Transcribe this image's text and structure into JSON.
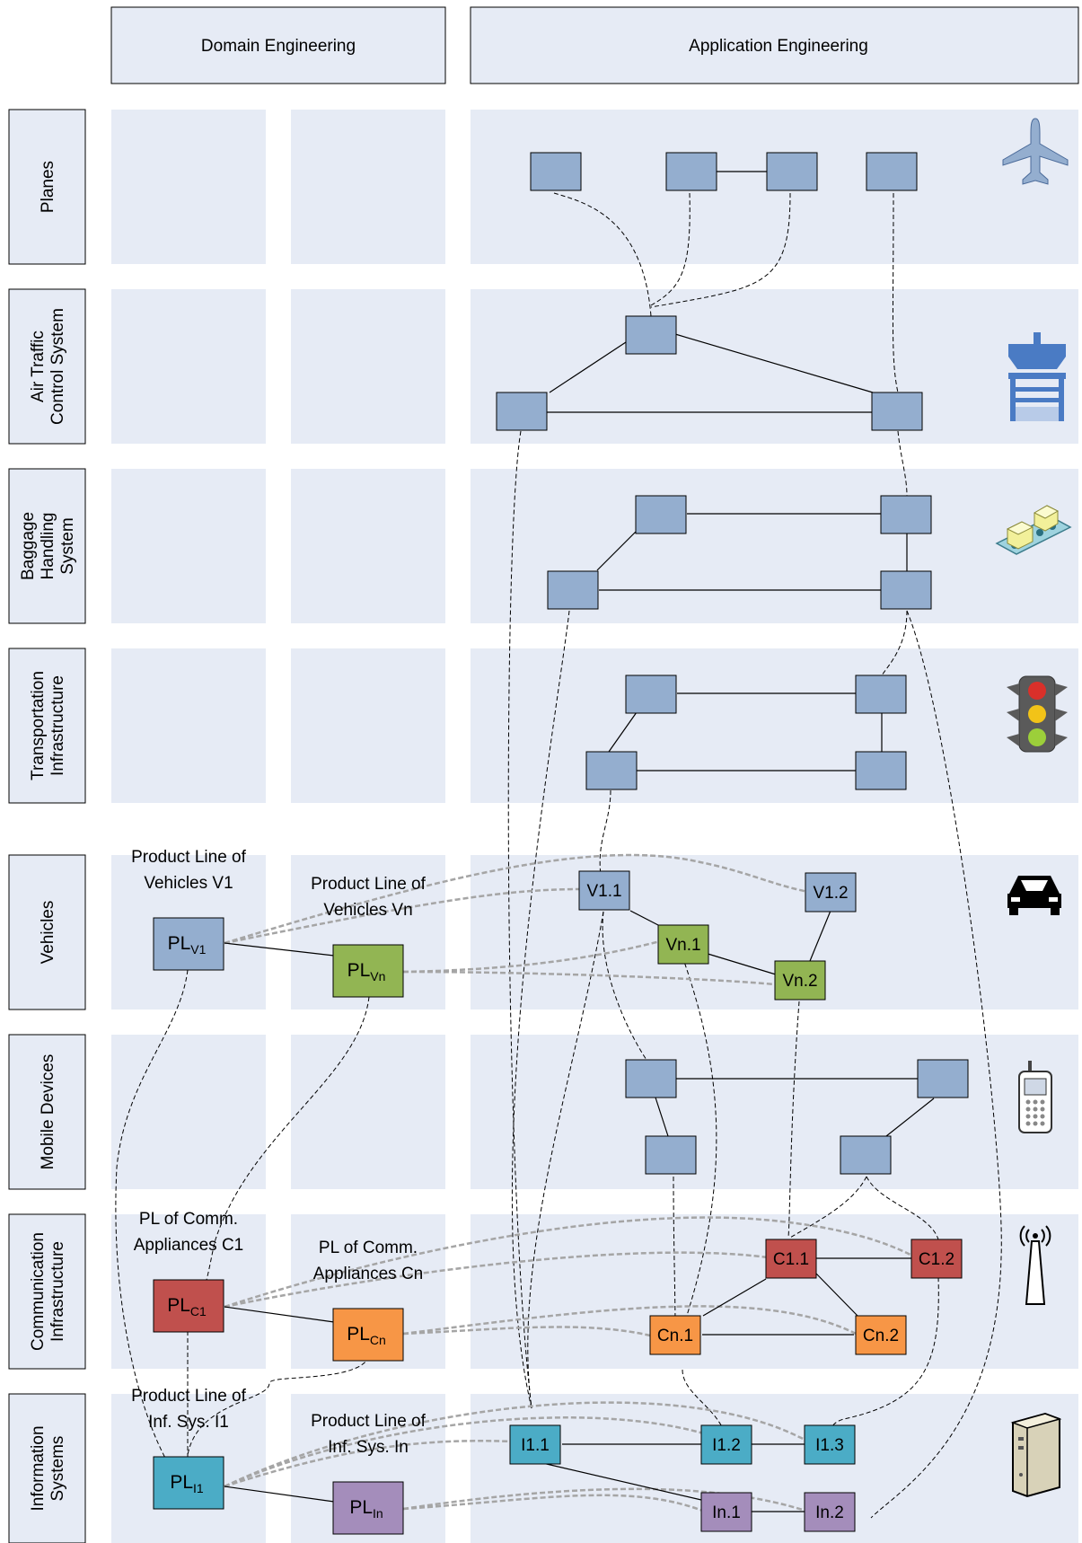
{
  "headers": {
    "domain": "Domain Engineering",
    "application": "Application Engineering"
  },
  "rows": [
    {
      "id": "planes",
      "label": [
        "Planes"
      ],
      "icon": "plane-icon"
    },
    {
      "id": "atc",
      "label": [
        "Air Traffic",
        "Control System"
      ],
      "icon": "control-tower-icon"
    },
    {
      "id": "baggage",
      "label": [
        "Baggage",
        "Handling",
        "System"
      ],
      "icon": "conveyor-icon"
    },
    {
      "id": "transport",
      "label": [
        "Transportation",
        "Infrastructure"
      ],
      "icon": "traffic-light-icon"
    },
    {
      "id": "vehicles",
      "label": [
        "Vehicles"
      ],
      "icon": "car-icon"
    },
    {
      "id": "mobile",
      "label": [
        "Mobile Devices"
      ],
      "icon": "mobile-phone-icon"
    },
    {
      "id": "comm",
      "label": [
        "Communication",
        "Infrastructure"
      ],
      "icon": "antenna-icon"
    },
    {
      "id": "info",
      "label": [
        "Information",
        "Systems"
      ],
      "icon": "server-icon"
    }
  ],
  "product_lines": {
    "v1": {
      "caption": [
        "Product Line of",
        "Vehicles V1"
      ],
      "base": "PL",
      "sub": "V1",
      "color": "#94aecf"
    },
    "vn": {
      "caption": [
        "Product Line of",
        "Vehicles Vn"
      ],
      "base": "PL",
      "sub": "Vn",
      "color": "#92b553"
    },
    "c1": {
      "caption": [
        "PL of Comm.",
        "Appliances C1"
      ],
      "base": "PL",
      "sub": "C1",
      "color": "#c0504d"
    },
    "cn": {
      "caption": [
        "PL of Comm.",
        "Appliances Cn"
      ],
      "base": "PL",
      "sub": "Cn",
      "color": "#f79646"
    },
    "i1": {
      "caption": [
        "Product Line of",
        "Inf. Sys. I1"
      ],
      "base": "PL",
      "sub": "I1",
      "color": "#4bacc6"
    },
    "in": {
      "caption": [
        "Product Line of",
        "Inf. Sys. In"
      ],
      "base": "PL",
      "sub": "In",
      "color": "#a48dbb"
    }
  },
  "nodes": {
    "V1.1": "V1.1",
    "V1.2": "V1.2",
    "Vn.1": "Vn.1",
    "Vn.2": "Vn.2",
    "C1.1": "C1.1",
    "C1.2": "C1.2",
    "Cn.1": "Cn.1",
    "Cn.2": "Cn.2",
    "I1.1": "I1.1",
    "I1.2": "I1.2",
    "I1.3": "I1.3",
    "In.1": "In.1",
    "In.2": "In.2"
  },
  "colors": {
    "band": "#e6ebf5",
    "blue": "#94aecf",
    "green": "#92b553",
    "red": "#c0504d",
    "orange": "#f79646",
    "cyan": "#4bacc6",
    "purple": "#a48dbb"
  }
}
